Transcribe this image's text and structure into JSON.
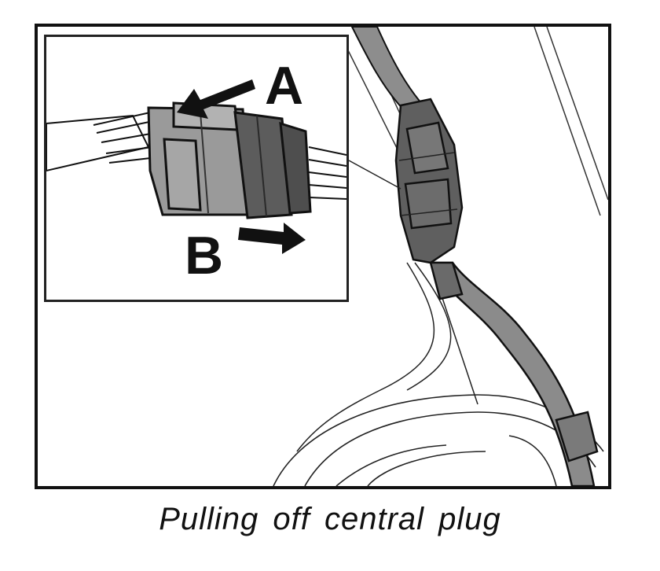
{
  "figure": {
    "labels": {
      "a": "A",
      "b": "B"
    },
    "caption": "Pulling off central plug"
  },
  "colors": {
    "outline": "#111111",
    "connector_dark": "#5e5e5e",
    "connector_mid": "#8a8a8a",
    "connector_light": "#b4b4b4",
    "background": "#ffffff"
  },
  "icons": [
    "arrow-a-icon",
    "arrow-b-icon"
  ]
}
